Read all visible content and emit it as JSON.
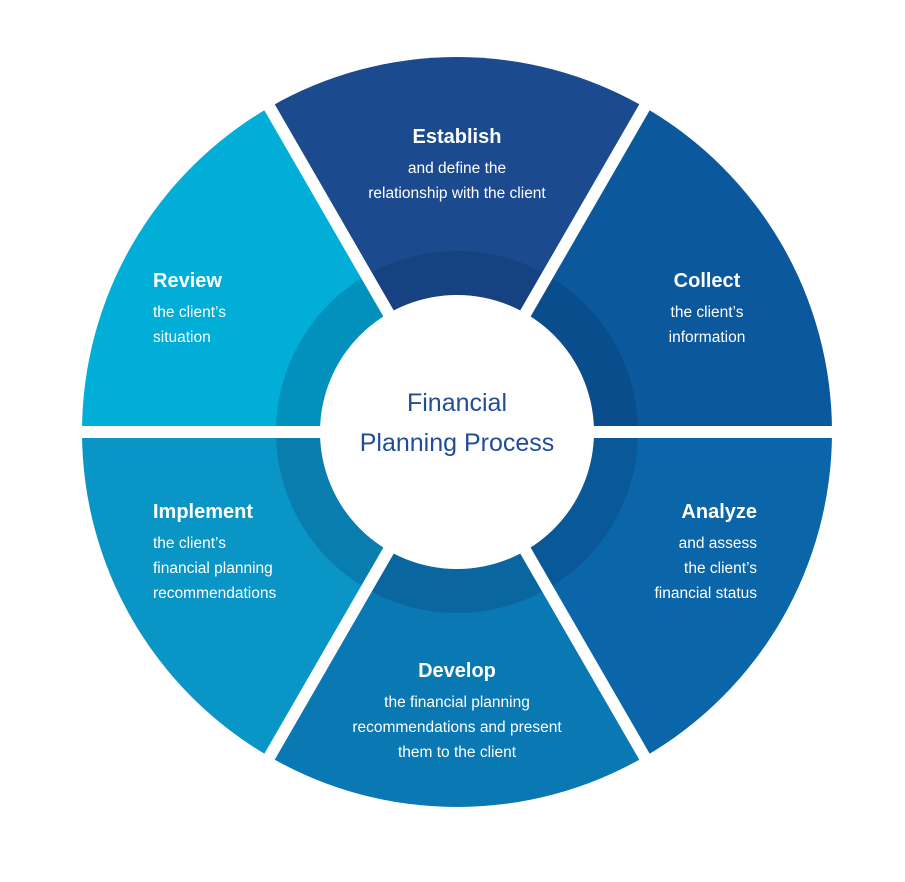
{
  "center_title": [
    "Financial",
    "Planning Process"
  ],
  "steps": [
    {
      "title": "Establish",
      "lines": [
        "and define the",
        "relationship with the client"
      ],
      "color": "#1b4a8e"
    },
    {
      "title": "Collect",
      "lines": [
        "the client’s",
        "information"
      ],
      "color": "#0b589c"
    },
    {
      "title": "Analyze",
      "lines": [
        "and assess",
        "the client’s",
        "financial status"
      ],
      "color": "#0a66a8"
    },
    {
      "title": "Develop",
      "lines": [
        "the financial planning",
        "recommendations and present",
        "them to the client"
      ],
      "color": "#0a78b2"
    },
    {
      "title": "Implement",
      "lines": [
        "the client’s",
        "financial planning",
        "recommendations"
      ],
      "color": "#0996c6"
    },
    {
      "title": "Review",
      "lines": [
        "the client’s",
        "situation"
      ],
      "color": "#00aed8"
    }
  ],
  "center_text_color": "#1f4e96"
}
